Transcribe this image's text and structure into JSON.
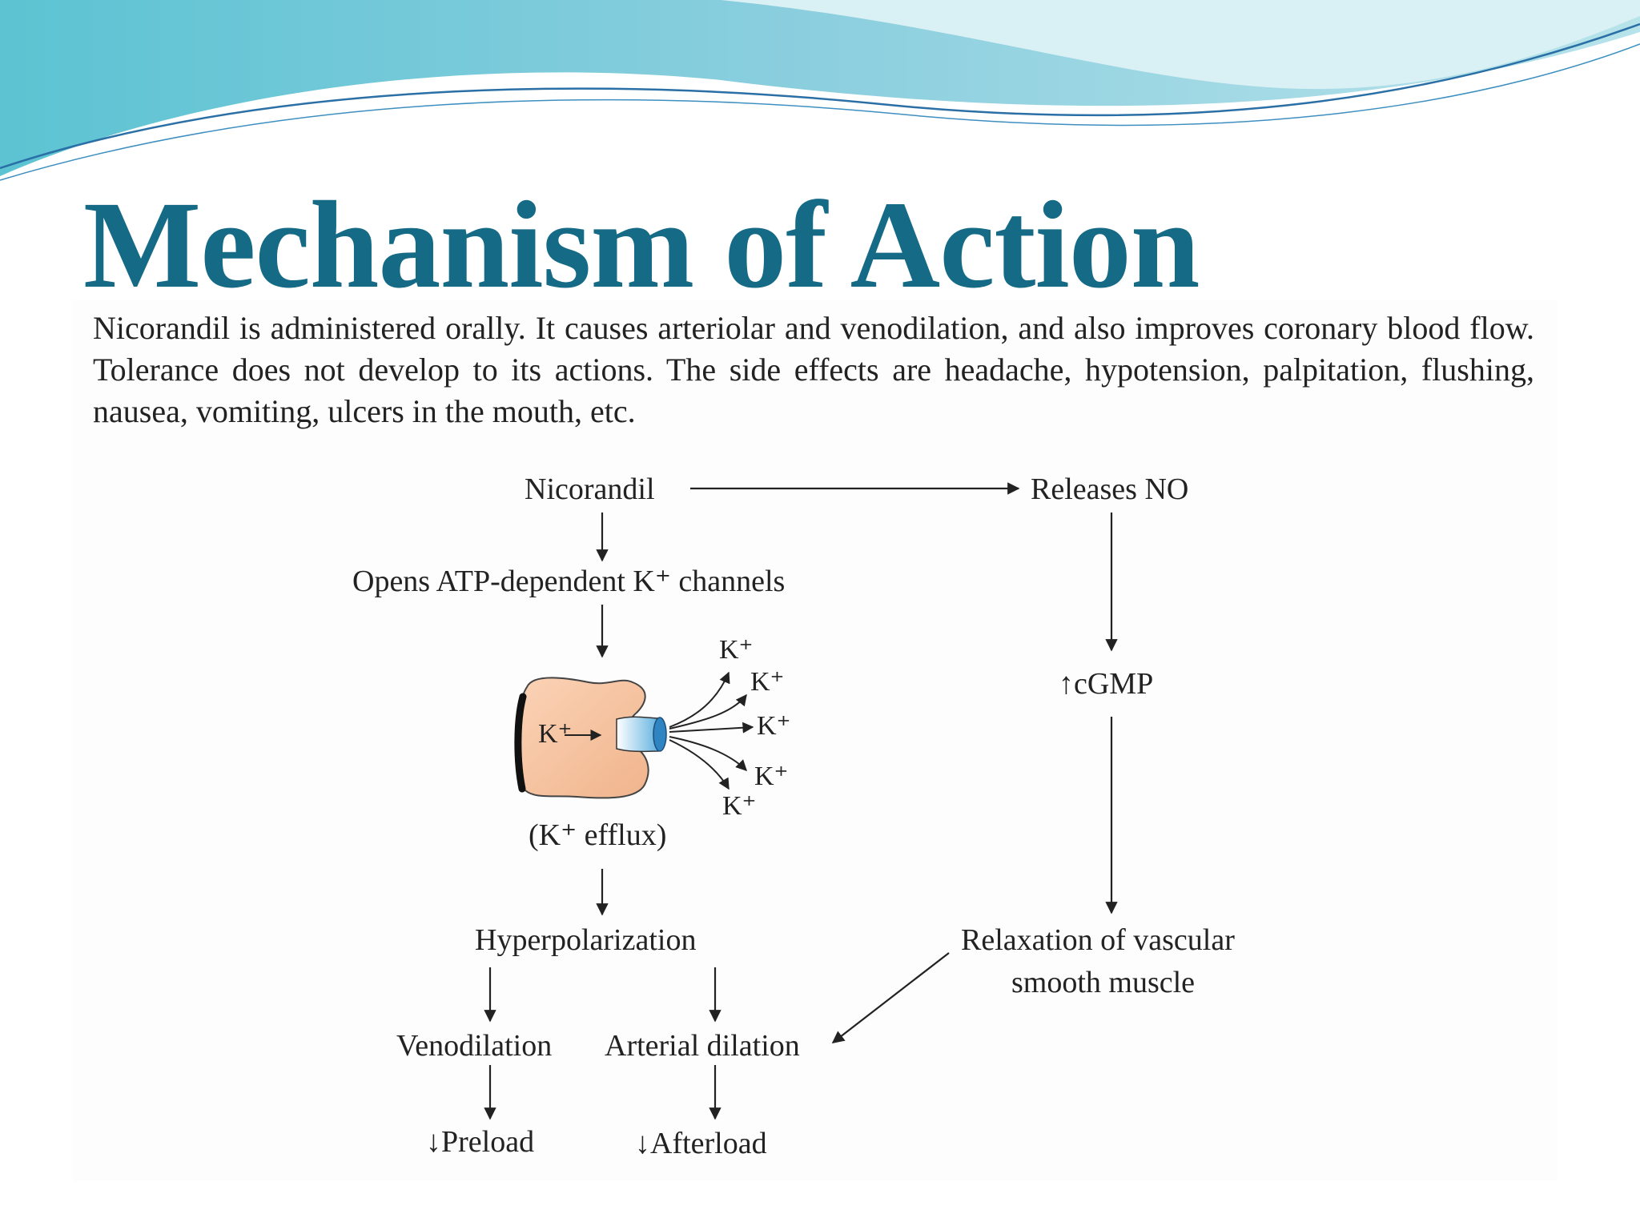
{
  "slide": {
    "title": "Mechanism of Action",
    "intro": "Nicorandil is administered orally. It causes arteriolar and venodilation, and also improves coronary blood flow. Tolerance does not develop to its actions. The side effects are headache, hypotension, palpitation, flushing, nausea, vomiting, ulcers in the mouth, etc."
  },
  "diagram": {
    "nicorandil": "Nicorandil",
    "releases_no": "Releases NO",
    "opens_channels": "Opens ATP-dependent K⁺ channels",
    "cgmp": "↑cGMP",
    "k_inside": "K⁺",
    "k_out": [
      "K⁺",
      "K⁺",
      "K⁺",
      "K⁺",
      "K⁺"
    ],
    "k_efflux": "(K⁺ efflux)",
    "hyperpolarization": "Hyperpolarization",
    "relaxation": [
      "Relaxation of vascular",
      "smooth muscle"
    ],
    "venodilation": "Venodilation",
    "arterial_dilation": "Arterial dilation",
    "preload": "↓Preload",
    "afterload": "↓Afterload"
  },
  "colors": {
    "title": "#156a85",
    "wave_light": "#a9dbe6",
    "wave_dark": "#5bbfd0",
    "cell_fill": "#f6c4a0",
    "channel": "#62b3e0"
  }
}
